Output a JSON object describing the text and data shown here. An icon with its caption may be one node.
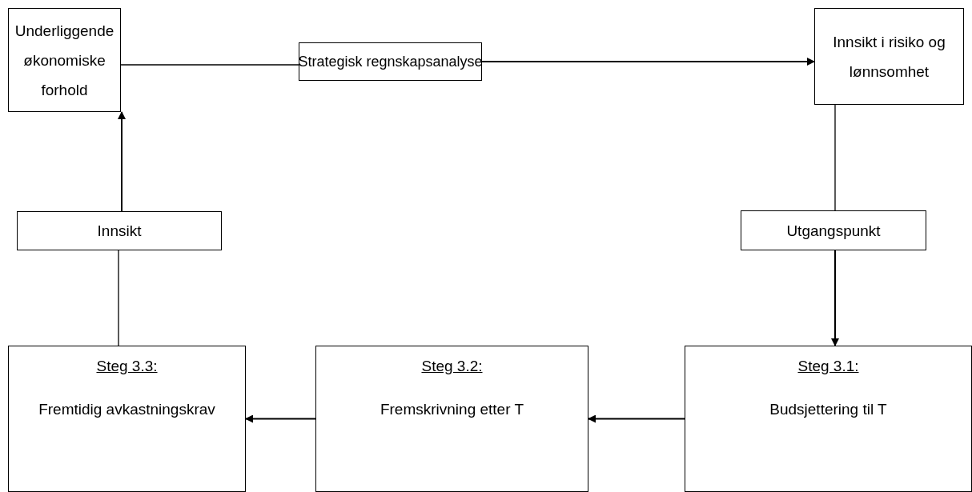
{
  "diagram": {
    "nodes": [
      {
        "text": [
          "Underliggende økonomiske forhold"
        ]
      },
      {
        "text": [
          "Strategisk regnskapsanalyse"
        ]
      },
      {
        "text": [
          "Innsikt i risiko og lønnsomhet"
        ]
      },
      {
        "text": [
          "Utgangspunkt"
        ]
      },
      {
        "text": [
          "Steg 3.1:",
          "Budsjettering til T"
        ]
      },
      {
        "text": [
          "Steg 3.2:",
          "Fremskrivning etter T"
        ]
      },
      {
        "text": [
          "Steg 3.3:",
          "Fremtidig avkastningskrav"
        ]
      },
      {
        "text": [
          "Innsikt"
        ]
      }
    ],
    "edges": [
      {
        "from": 0,
        "to": 1,
        "arrow": "none"
      },
      {
        "from": 1,
        "to": 2,
        "arrow": "to"
      },
      {
        "from": 2,
        "to": 3,
        "arrow": "none"
      },
      {
        "from": 3,
        "to": 4,
        "arrow": "to"
      },
      {
        "from": 4,
        "to": 5,
        "arrow": "to"
      },
      {
        "from": 5,
        "to": 6,
        "arrow": "to"
      },
      {
        "from": 6,
        "to": 7,
        "arrow": "none"
      },
      {
        "from": 7,
        "to": 0,
        "arrow": "to"
      }
    ]
  }
}
